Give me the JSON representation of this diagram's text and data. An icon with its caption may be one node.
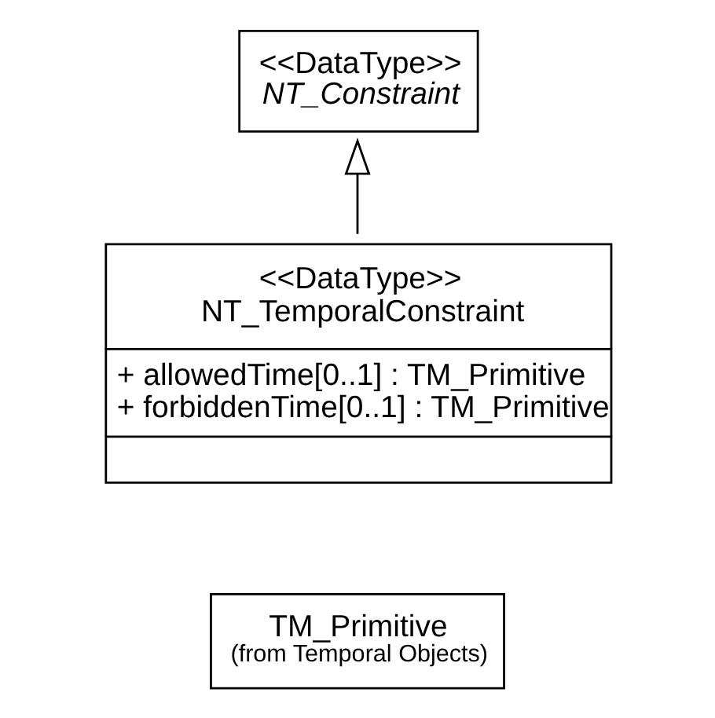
{
  "diagram": {
    "nodes": [
      {
        "text": [
          "<<DataType>>",
          "NT_Constraint"
        ]
      },
      {
        "text": [
          "<<DataType>>",
          "NT_TemporalConstraint",
          "+ allowedTime[0..1] : TM_Primitive",
          "+ forbiddenTime[0..1] : TM_Primitive"
        ]
      },
      {
        "text": [
          "TM_Primitive",
          "(from Temporal Objects)"
        ]
      }
    ],
    "edges": [
      {
        "from": 1,
        "to": 0,
        "arrow": "to"
      }
    ]
  }
}
